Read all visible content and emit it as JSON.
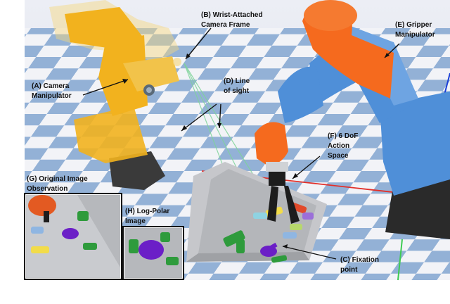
{
  "labels": {
    "a_line1": "(A) Camera",
    "a_line2": "Manipulator",
    "b_line1": "(B) Wrist-Attached",
    "b_line2": "Camera Frame",
    "c_line1": "(C) Fixation",
    "c_line2": "point",
    "d_line1": "(D) Line",
    "d_line2": "of sight",
    "e_line1": "(E) Gripper",
    "e_line2": "Manipulator",
    "f_line1": "(F) 6 DoF",
    "f_line2": "Action",
    "f_line3": "Space",
    "g_line1": "(G) Original Image",
    "g_line2": "Observation",
    "h_line1": "(H) Log-Polar",
    "h_line2": "Image"
  },
  "colors": {
    "floor_blue": "#93b1d6",
    "floor_white": "#f2f3f7",
    "camera_arm": "#f2b21e",
    "gripper_arm_blue": "#4f8fd8",
    "gripper_arm_orange": "#f56a1e",
    "line_of_sight": "#7fd49a",
    "red_axis": "#e2302a",
    "tray": "#c6c7cb"
  }
}
